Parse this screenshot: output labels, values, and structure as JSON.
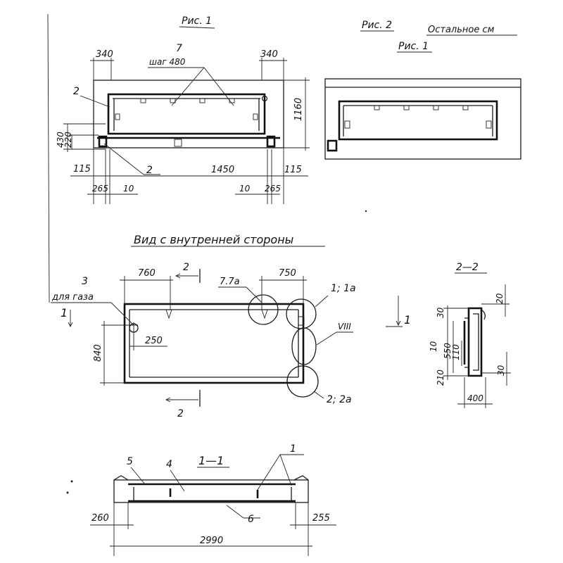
{
  "fig1": {
    "title": "Рис. 1",
    "dims": {
      "top_left": "340",
      "top_right": "340",
      "step": "шаг 480",
      "callout_7": "7",
      "callout_2a": "2",
      "callout_2b": "2",
      "height_430": "430",
      "height_220": "220",
      "height_1160": "1160",
      "bottom_115a": "115",
      "bottom_1450": "1450",
      "bottom_115b": "115",
      "bottom_265a": "265",
      "bottom_10a": "10",
      "bottom_10b": "10",
      "bottom_265b": "265"
    }
  },
  "fig2": {
    "title": "Рис. 2",
    "note": "Остальное см",
    "ref": "Рис. 1"
  },
  "inner_view": {
    "title": "Вид с внутренней стороны",
    "labels": {
      "callout_3": "3",
      "for_gas": "для газа",
      "mark_1": "1",
      "dim_760": "760",
      "section_2_top": "2",
      "callout_7_7a": "7.7а",
      "dim_750": "750",
      "callout_1_1a": "1; 1а",
      "dim_250": "250",
      "dim_840": "840",
      "callout_viii": "VIII",
      "mark_1_right": "1",
      "callout_2_2a": "2; 2а",
      "section_2_bottom": "2"
    }
  },
  "section_2_2": {
    "title": "2—2",
    "dims": {
      "d20": "20",
      "d30a": "30",
      "d10": "10",
      "d550": "550",
      "d110": "110",
      "d210": "210",
      "d30b": "30",
      "d400": "400"
    }
  },
  "section_1_1": {
    "title": "1—1",
    "labels": {
      "callout_5": "5",
      "callout_4": "4",
      "callout_1": "1",
      "callout_6": "6",
      "dim_260": "260",
      "dim_255": "255",
      "dim_2990": "2990"
    }
  }
}
